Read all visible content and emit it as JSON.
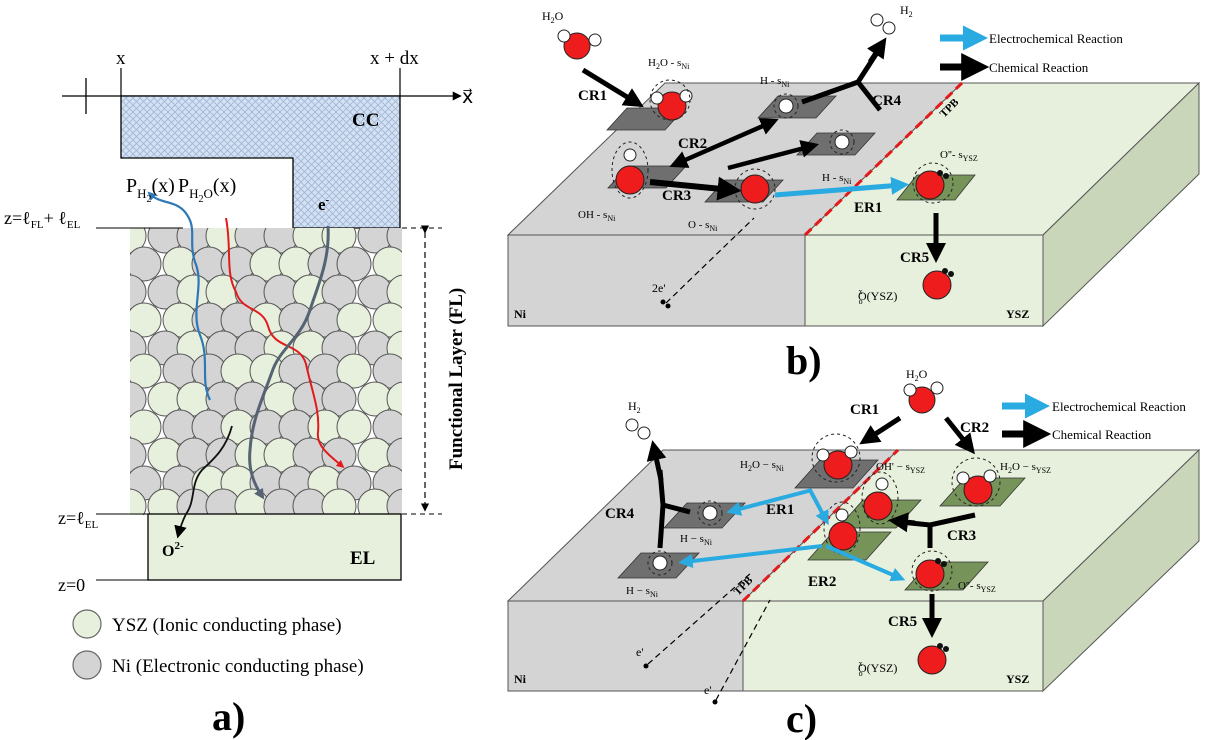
{
  "panel_a": {
    "axis_x": "x",
    "axis_xdx": "x + dx",
    "axis_arrow_label": "x⃗",
    "cc": "CC",
    "el": "EL",
    "p_h2": "P",
    "p_h2_sub": "H",
    "p_h2_sub2": "2",
    "p_h2_arg": "(x)",
    "p_h2o": "P",
    "p_h2o_sub": "H",
    "p_h2o_sub2": "2",
    "p_h2o_sub3": "O",
    "p_h2o_arg": "(x)",
    "electron": "e",
    "electron_sup": "-",
    "oxide": "O",
    "oxide_sup": "2-",
    "z_top": "z=ℓ",
    "z_top_fl": "FL",
    "z_top_plus": "+ ℓ",
    "z_top_el": "EL",
    "z_mid": "z=ℓ",
    "z_mid_el": "EL",
    "z_zero": "z=0",
    "fl_label": "Functional Layer (FL)",
    "legend_ysz": "YSZ (Ionic conducting phase)",
    "legend_ni": "Ni (Electronic conducting phase)",
    "panel_label": "a)"
  },
  "panel_b": {
    "h2o": "H",
    "h2o_sub": "2",
    "h2o_o": "O",
    "h2": "H",
    "h2_sub": "2",
    "legend_electro": "Electrochemical Reaction",
    "legend_chem": "Chemical Reaction",
    "cr1": "CR1",
    "cr2": "CR2",
    "cr3": "CR3",
    "cr4": "CR4",
    "cr5": "CR5",
    "er1": "ER1",
    "tpb": "TPB",
    "h2o_sni": "H",
    "h2o_sni_2": "2",
    "h2o_sni_rest": "O - s",
    "h2o_sni_sub": "Ni",
    "h_sni_top": "H - s",
    "h_sni_top_sub": "Ni",
    "h_sni_mid": "H - s",
    "h_sni_mid_sub": "Ni",
    "oh_sni": "OH - s",
    "oh_sni_sub": "Ni",
    "o_sni": "O - s",
    "o_sni_sub": "Ni",
    "o_ysz": "O''- s",
    "o_ysz_sub": "YSZ",
    "two_e": "2e'",
    "oox": "O",
    "oox_sup": "x",
    "oox_sub": "o",
    "oox_rest": "(YSZ)",
    "ni": "Ni",
    "ysz": "YSZ",
    "panel_label": "b)"
  },
  "panel_c": {
    "h2": "H",
    "h2_sub": "2",
    "h2o": "H",
    "h2o_sub": "2",
    "h2o_o": "O",
    "legend_electro": "Electrochemical Reaction",
    "legend_chem": "Chemical Reaction",
    "cr1": "CR1",
    "cr2": "CR2",
    "cr3": "CR3",
    "cr4": "CR4",
    "cr5": "CR5",
    "er1": "ER1",
    "er2": "ER2",
    "tpb": "TPB",
    "h2o_sni": "H",
    "h2o_sni_2": "2",
    "h2o_sni_rest": "O − s",
    "h2o_sni_sub": "Ni",
    "oh_ysz": "OH' − s",
    "oh_ysz_sub": "YSZ",
    "h2o_ysz": "H",
    "h2o_ysz_2": "2",
    "h2o_ysz_rest": "O − s",
    "h2o_ysz_sub": "YSZ",
    "h_sni_a": "H − s",
    "h_sni_a_sub": "Ni",
    "h_sni_b": "H − s",
    "h_sni_b_sub": "Ni",
    "o_ysz": "O''- s",
    "o_ysz_sub": "YSZ",
    "e1": "e'",
    "e2": "e'",
    "oox": "O",
    "oox_sup": "x",
    "oox_sub": "o",
    "oox_rest": "(YSZ)",
    "ni": "Ni",
    "ysz": "YSZ",
    "panel_label": "c)"
  },
  "colors": {
    "ni": "#d4d4d4",
    "ysz": "#e7f0dc",
    "site_ni": "#6f6f6f",
    "site_ysz": "#76935a",
    "oxygen": "#ee1c1c",
    "electro_arrow": "#29abe2",
    "tpb": "#e11b1b",
    "cc": "#c9d8ee"
  }
}
